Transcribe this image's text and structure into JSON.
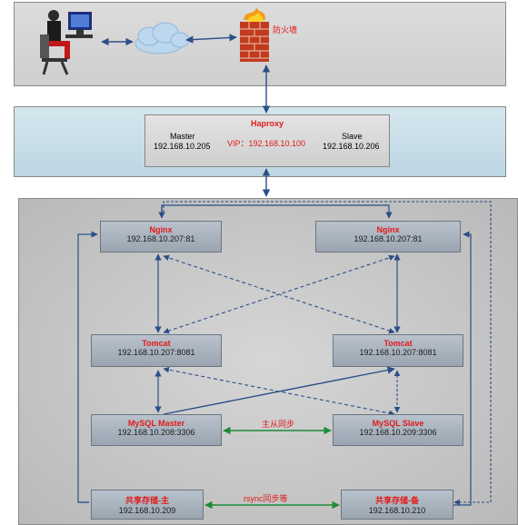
{
  "top": {
    "firewall_label": "防火墙"
  },
  "haproxy": {
    "title": "Haproxy",
    "master_label": "Master",
    "master_ip": "192.168.10.205",
    "slave_label": "Slave",
    "slave_ip": "192.168.10.206",
    "vip": "VIP：192.168.10.100"
  },
  "nodes": {
    "nginx_left": {
      "title": "Nginx",
      "ip": "192.168.10.207:81"
    },
    "nginx_right": {
      "title": "Nginx",
      "ip": "192.168.10.207:81"
    },
    "tomcat_left": {
      "title": "Tomcat",
      "ip": "192.168.10.207:8081"
    },
    "tomcat_right": {
      "title": "Tomcat",
      "ip": "192.168.10.207:8081"
    },
    "mysql_master": {
      "title": "MySQL Master",
      "ip": "192.168.10.208:3306"
    },
    "mysql_slave": {
      "title": "MySQL Slave",
      "ip": "192.168.10.209:3306"
    },
    "storage_main": {
      "title": "共享存储-主",
      "ip": "192.168.10.209"
    },
    "storage_backup": {
      "title": "共享存储-备",
      "ip": "192.168.10.210"
    }
  },
  "links": {
    "mysql_sync": "主从同步",
    "rsync": "rsync同步等"
  },
  "colors": {
    "accent_red": "#e11a1a",
    "link_blue": "#2b4f86",
    "sync_green": "#1f8a3a"
  }
}
